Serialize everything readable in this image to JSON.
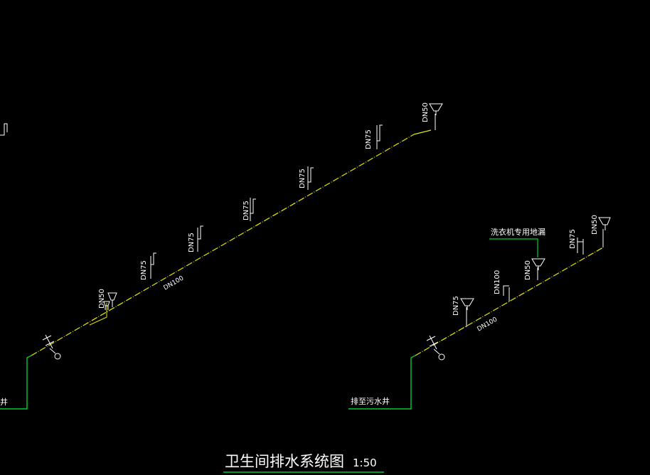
{
  "colors": {
    "background": "#000000",
    "main_pipe": "#e6e600",
    "riser": "#00cc33",
    "fixture": "#ffffff",
    "text": "#ffffff"
  },
  "title": {
    "main": "卫生间排水系统图",
    "scale": "1:50"
  },
  "left_system": {
    "main_pipe_label": "DN100",
    "outlet_label": "井",
    "branches": [
      "DN50",
      "DN75",
      "DN75",
      "DN75",
      "DN75",
      "DN75",
      "DN50"
    ]
  },
  "right_system": {
    "main_pipe_label": "DN100",
    "outlet_label": "排至污水井",
    "branches": [
      "DN75",
      "DN100",
      "DN50",
      "DN75",
      "DN50"
    ],
    "washer_drain_label": "洗衣机专用地漏"
  }
}
